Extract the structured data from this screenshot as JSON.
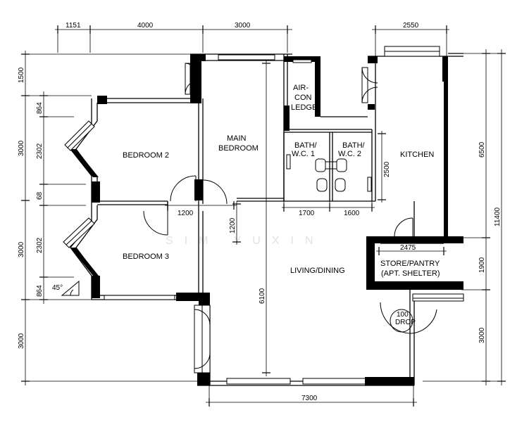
{
  "rooms": {
    "bedroom2": "BEDROOM 2",
    "bedroom3": "BEDROOM 3",
    "main_bedroom_1": "MAIN",
    "main_bedroom_2": "BEDROOM",
    "aircon_1": "AIR-",
    "aircon_2": "CON",
    "aircon_3": "LEDGE",
    "bath1_1": "BATH/",
    "bath1_2": "W.C. 1",
    "bath2_1": "BATH/",
    "bath2_2": "W.C. 2",
    "kitchen": "KITCHEN",
    "living": "LIVING/DINING",
    "store_1": "STORE/PANTRY",
    "store_2": "(APT. SHELTER)",
    "drop_1": "100",
    "drop_2": "DROP"
  },
  "dimensions": {
    "top_1151": "1151",
    "top_4000": "4000",
    "top_3000": "3000",
    "top_2550": "2550",
    "left_1500": "1500",
    "left_3000a": "3000",
    "left_3000b": "3000",
    "left_3000c": "3000",
    "left_864a": "864",
    "left_2302a": "2302",
    "left_68": "68",
    "left_2302b": "2302",
    "left_864b": "864",
    "right_6500": "6500",
    "right_11400": "11400",
    "right_1900": "1900",
    "right_3000": "3000",
    "baths_2500": "2500",
    "bath1_1700": "1700",
    "bath2_1600": "1600",
    "corr_1200h": "1200",
    "corr_1200v": "1200",
    "main_6100": "6100",
    "store_2475": "2475",
    "bottom_7300": "7300",
    "angle_45": "45°"
  },
  "watermark": "SIM YUXIN"
}
